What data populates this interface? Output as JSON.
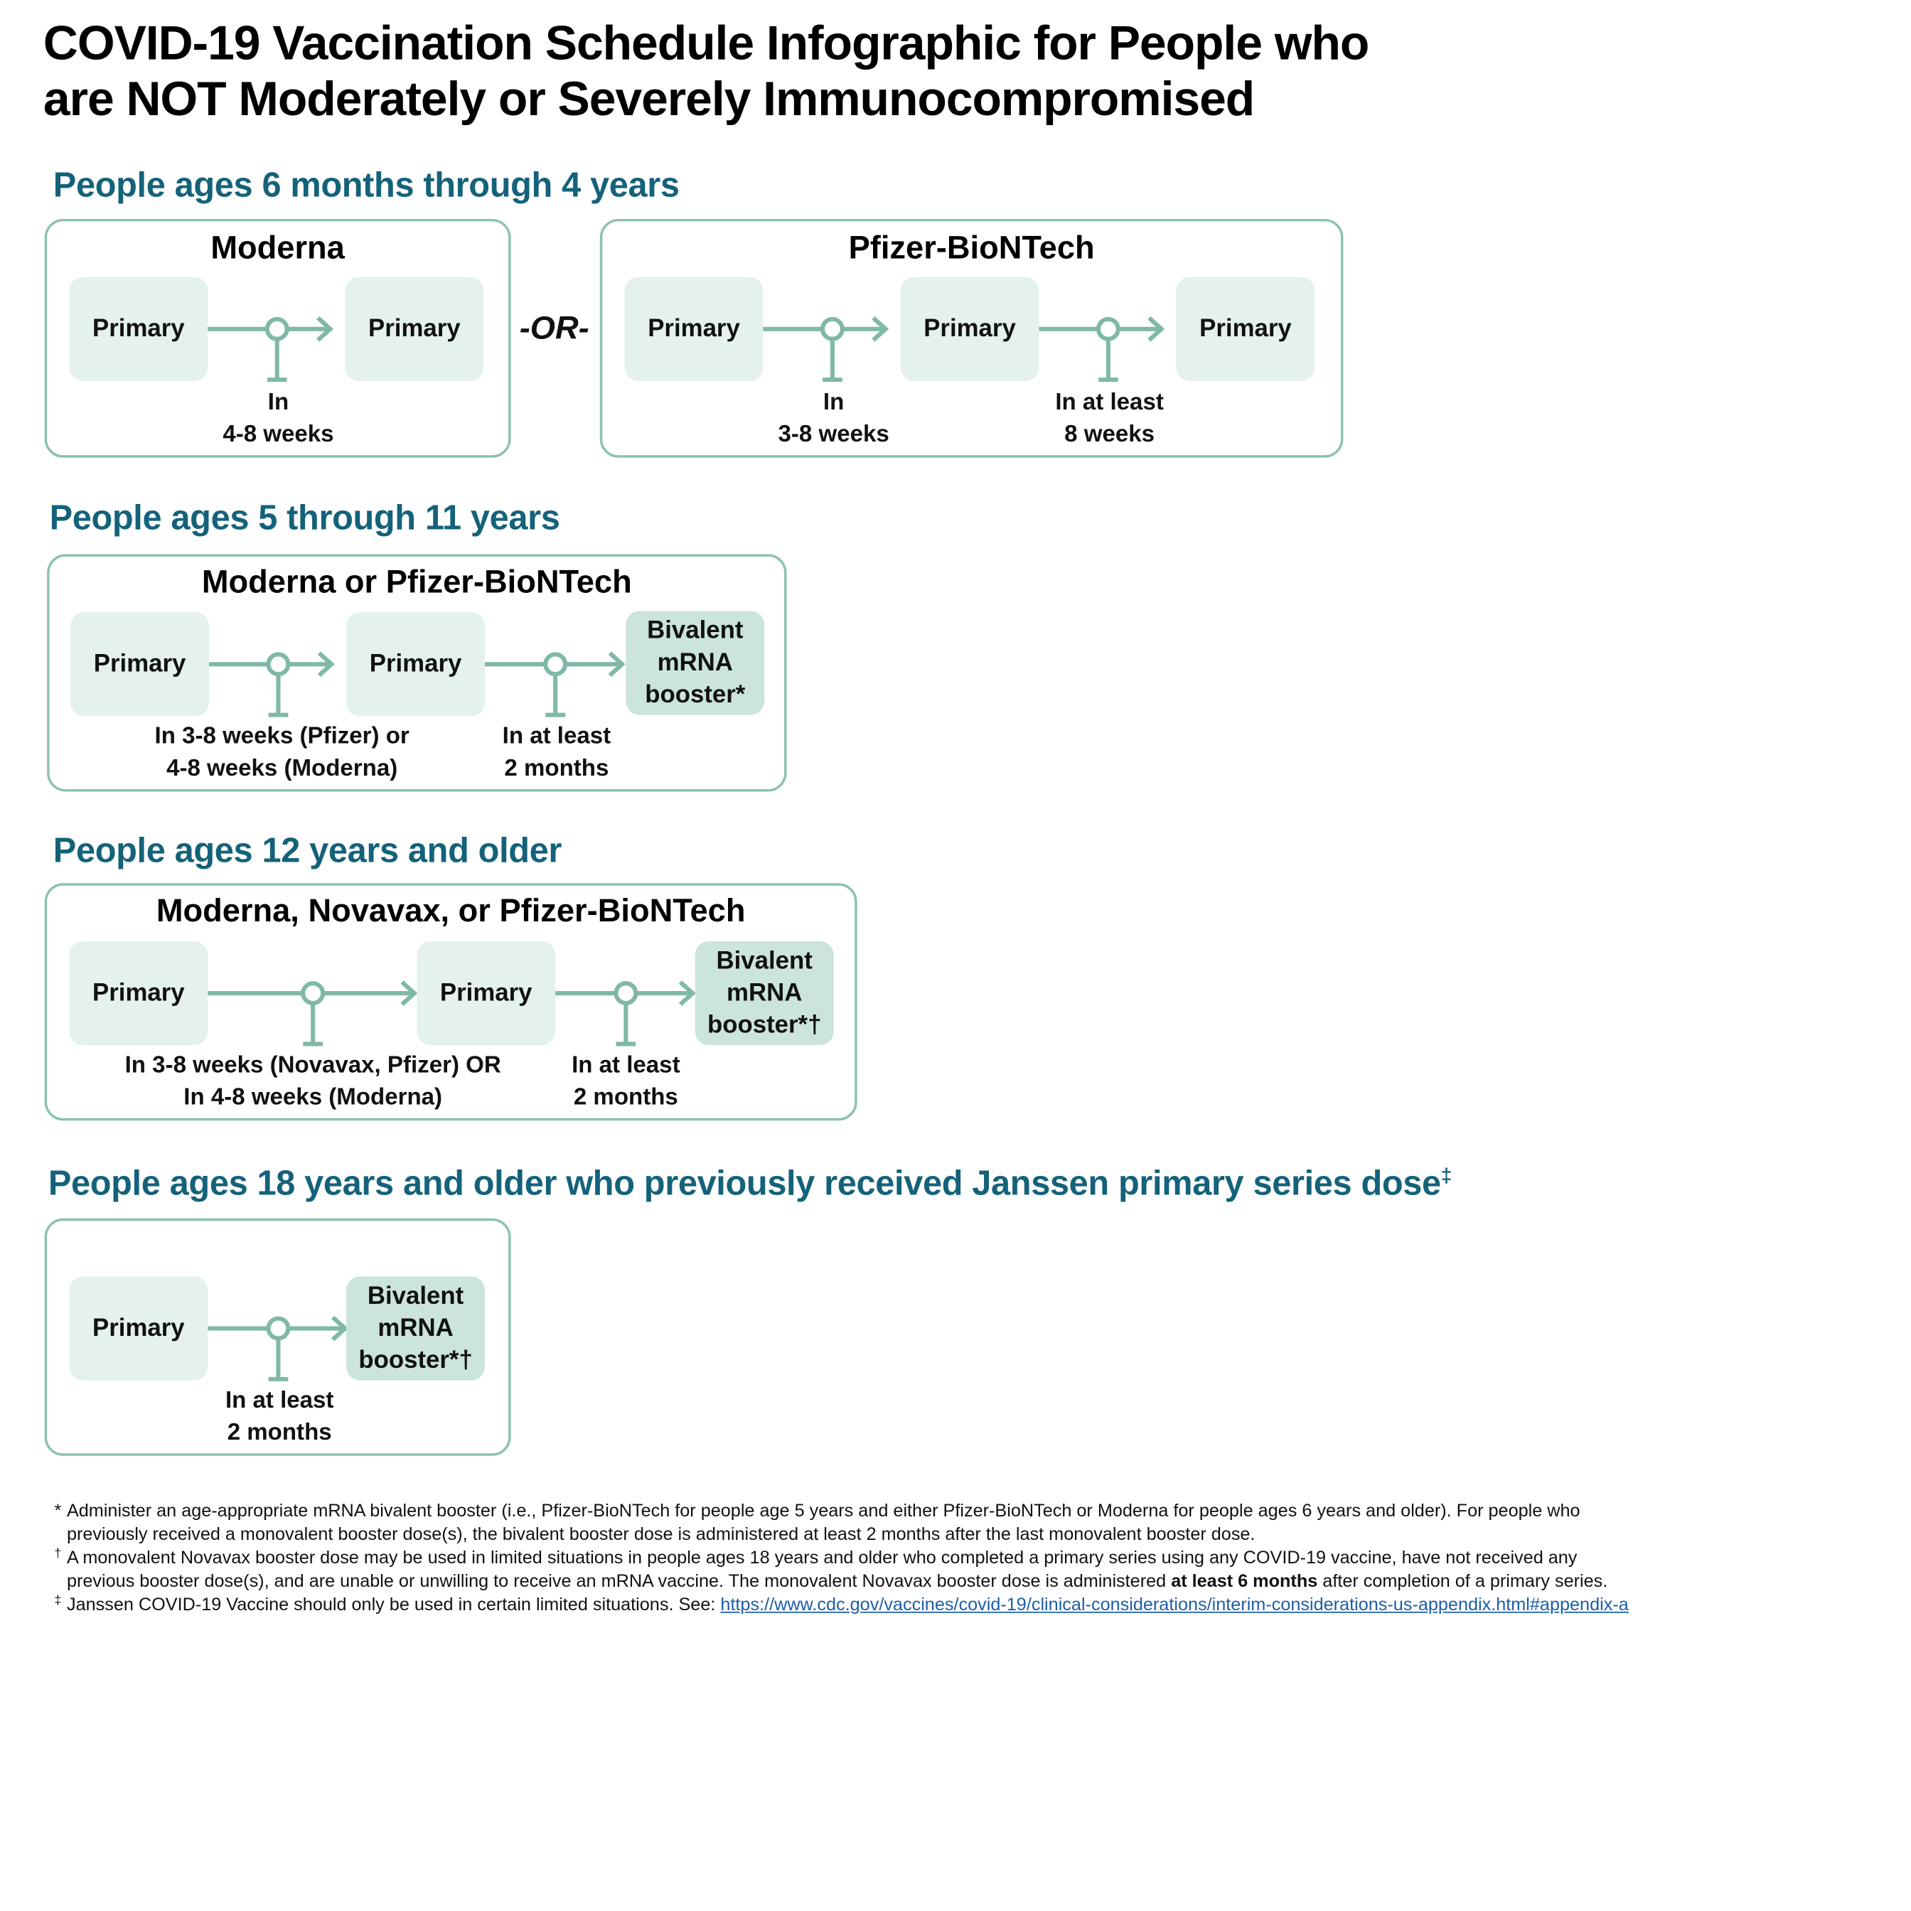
{
  "title": {
    "line1": "COVID-19 Vaccination Schedule Infographic for People who",
    "line2": "are NOT Moderately or Severely Immunocompromised"
  },
  "colors": {
    "heading": "#14627a",
    "panel_border": "#8cc1b2",
    "primary_fill": "#e4f1ed",
    "booster_fill": "#cbe4dc",
    "connector": "#80b8a8",
    "link": "#1d5ea8"
  },
  "sections": [
    {
      "heading": "People ages 6 months through 4 years",
      "panels": [
        {
          "title": "Moderna",
          "boxes": [
            "Primary",
            "Primary"
          ],
          "intervals": [
            [
              "In",
              "4-8 weeks"
            ]
          ]
        },
        {
          "title": "Pfizer-BioNTech",
          "boxes": [
            "Primary",
            "Primary",
            "Primary"
          ],
          "intervals": [
            [
              "In",
              "3-8 weeks"
            ],
            [
              "In at least",
              "8 weeks"
            ]
          ]
        }
      ],
      "separator": "-OR-"
    },
    {
      "heading": "People ages 5 through 11 years",
      "panels": [
        {
          "title": "Moderna or Pfizer-BioNTech",
          "boxes": [
            "Primary",
            "Primary",
            [
              "Bivalent",
              "mRNA",
              "booster*"
            ]
          ],
          "intervals": [
            [
              "In 3-8 weeks (Pfizer) or",
              "4-8 weeks (Moderna)"
            ],
            [
              "In at least",
              "2 months"
            ]
          ]
        }
      ]
    },
    {
      "heading": "People ages 12 years and older",
      "panels": [
        {
          "title": "Moderna, Novavax, or Pfizer-BioNTech",
          "boxes": [
            "Primary",
            "Primary",
            [
              "Bivalent",
              "mRNA",
              "booster*†"
            ]
          ],
          "intervals": [
            [
              "In 3-8 weeks (Novavax, Pfizer) OR",
              "In 4-8 weeks (Moderna)"
            ],
            [
              "In at least",
              "2 months"
            ]
          ]
        }
      ]
    },
    {
      "heading": "People ages 18 years and older who previously received Janssen primary series dose",
      "heading_mark": "‡",
      "panels": [
        {
          "boxes": [
            "Primary",
            [
              "Bivalent",
              "mRNA",
              "booster*†"
            ]
          ],
          "intervals": [
            [
              "In at least",
              "2 months"
            ]
          ]
        }
      ]
    }
  ],
  "footnotes": {
    "star": {
      "mark": "*",
      "line1": "Administer an age-appropriate mRNA bivalent booster (i.e., Pfizer-BioNTech for people age 5 years and either Pfizer-BioNTech or Moderna for people ages 6 years and older). For people who",
      "line2": "previously received a monovalent booster dose(s), the bivalent booster dose is administered at least 2 months after the last monovalent booster dose."
    },
    "dagger": {
      "mark": "†",
      "line1": "A monovalent Novavax booster dose may be used in limited situations in people ages 18 years and older who completed a primary series using any COVID-19 vaccine, have not received any",
      "line2_before": "previous booster dose(s), and are unable or unwilling to receive an mRNA vaccine. The monovalent Novavax booster dose is administered ",
      "line2_bold": "at least 6 months",
      "line2_after": " after completion of a primary series."
    },
    "ddagger": {
      "mark": "‡",
      "text": "Janssen COVID-19 Vaccine should only be used in certain limited situations. See: ",
      "link": "https://www.cdc.gov/vaccines/covid-19/clinical-considerations/interim-considerations-us-appendix.html#appendix-a"
    }
  }
}
